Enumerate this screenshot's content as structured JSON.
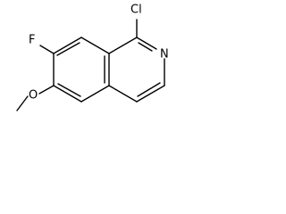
{
  "molecule": {
    "atoms": {
      "chlorine": "Cl",
      "nitrogen": "N",
      "fluorine": "F",
      "oxygen": "O"
    }
  }
}
